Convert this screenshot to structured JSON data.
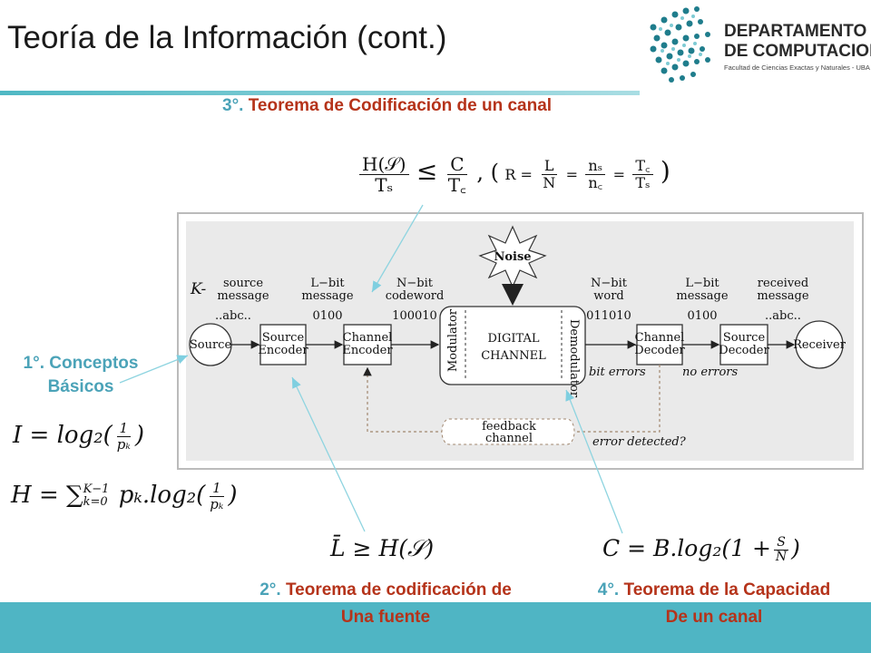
{
  "title": "Teoría de la Información (cont.)",
  "logo": {
    "line1": "DEPARTAMENTO",
    "line2": "DE COMPUTACION",
    "subtitle": "Facultad de Ciencias Exactas y Naturales - UBA"
  },
  "theorems": {
    "t3": {
      "num": "3°.",
      "text": "Teorema de Codificación de un canal"
    },
    "t1": {
      "line1": "1°. Conceptos",
      "line2": "Básicos"
    },
    "t2": {
      "num": "2°.",
      "text1": "Teorema de codificación de",
      "text2": "Una fuente"
    },
    "t4": {
      "num": "4°.",
      "text1": "Teorema de la Capacidad",
      "text2": "De un canal"
    }
  },
  "diagram": {
    "k_label": "K-",
    "top_labels": [
      {
        "l1": "source",
        "l2": "message"
      },
      {
        "l1": "L−bit",
        "l2": "message"
      },
      {
        "l1": "N−bit",
        "l2": "codeword"
      },
      {
        "l1": "N−bit",
        "l2": "word"
      },
      {
        "l1": "L−bit",
        "l2": "message"
      },
      {
        "l1": "received",
        "l2": "message"
      }
    ],
    "data_values": [
      "..abc..",
      "0100",
      "100010",
      "011010",
      "0100",
      "..abc.."
    ],
    "source": "Source",
    "source_encoder": {
      "l1": "Source",
      "l2": "Encoder"
    },
    "channel_encoder": {
      "l1": "Channel",
      "l2": "Encoder"
    },
    "modulator": "Modulator",
    "channel": {
      "l1": "DIGITAL",
      "l2": "CHANNEL"
    },
    "demodulator": "Demodulator",
    "channel_decoder": {
      "l1": "Channel",
      "l2": "Decoder"
    },
    "source_decoder": {
      "l1": "Source",
      "l2": "Decoder"
    },
    "receiver": "Receiver",
    "noise": "Noise",
    "bit_errors": "bit errors",
    "no_errors": "no errors",
    "feedback": {
      "l1": "feedback",
      "l2": "channel"
    },
    "error_detected": "error detected?"
  },
  "formulas": {
    "f3_lhs_num": "H(𝒮)",
    "f3_lhs_den": "Tₛ",
    "f3_op": "≤",
    "f3_rhs_num": "C",
    "f3_rhs_den": "T꜀",
    "f3_sep": ", (",
    "f3_r": "R =",
    "f3_r1_num": "L",
    "f3_r1_den": "N",
    "f3_r2_num": "nₛ",
    "f3_r2_den": "n꜀",
    "f3_r3_num": "T꜀",
    "f3_r3_den": "Tₛ",
    "f3_close": ")",
    "f1a_lhs": "I = log₂(",
    "f1a_num": "1",
    "f1a_den": "pₖ",
    "f1a_close": ")",
    "f1b_lhs": "H = ∑",
    "f1b_sup": "K−1",
    "f1b_sub": "k=0",
    "f1b_mid": " pₖ.log₂(",
    "f1b_num": "1",
    "f1b_den": "pₖ",
    "f1b_close": ")",
    "f2": "L̄ ≥ H(𝒮)",
    "f4_lhs": "C = B.log₂(1 +",
    "f4_num": "S",
    "f4_den": "N",
    "f4_close": ")"
  },
  "colors": {
    "accent": "#4fb5c4",
    "heading_num": "#4ba3b8",
    "heading_text": "#b5331a"
  }
}
